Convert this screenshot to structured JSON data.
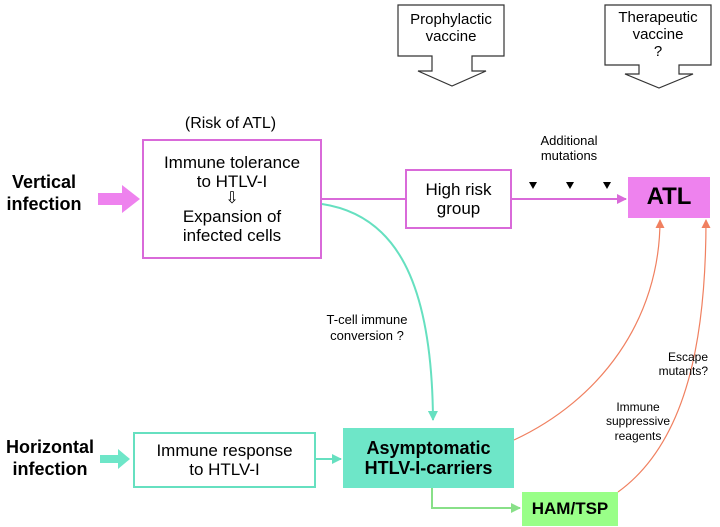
{
  "colors": {
    "vertical": "#d96ad9",
    "vertical_fill": "#ee82ee",
    "horizontal": "#66e0c0",
    "horizontal_fill": "#6ee6c8",
    "ham_fill": "#99ff88",
    "ham_line": "#88e088",
    "escape_line": "#f08060"
  },
  "vaccines": {
    "prophylactic": [
      "Prophylactic",
      "vaccine"
    ],
    "therapeutic": [
      "Therapeutic",
      "vaccine",
      "?"
    ]
  },
  "vertical": {
    "label": [
      "Vertical",
      "infection"
    ],
    "risk_note": "(Risk of ATL)",
    "tolerance_box": {
      "line1": "Immune tolerance",
      "line2": "to HTLV-I",
      "arrow_glyph": "⇩",
      "line3": "Expansion of",
      "line4": "infected cells"
    },
    "high_risk_box": [
      "High risk",
      "group"
    ],
    "additional_mutations": [
      "Additional",
      "mutations"
    ],
    "atl_box": "ATL"
  },
  "middle": {
    "tcell_note": [
      "T-cell immune",
      "conversion ?"
    ],
    "escape_note": [
      "Escape",
      "mutants?"
    ],
    "suppressive_note": [
      "Immune",
      "suppressive",
      "reagents"
    ]
  },
  "horizontal": {
    "label": [
      "Horizontal",
      "infection"
    ],
    "immune_response_box": [
      "Immune response",
      "to HTLV-I"
    ],
    "carriers_box": [
      "Asymptomatic",
      "HTLV-I-carriers"
    ],
    "ham_box": "HAM/TSP"
  }
}
